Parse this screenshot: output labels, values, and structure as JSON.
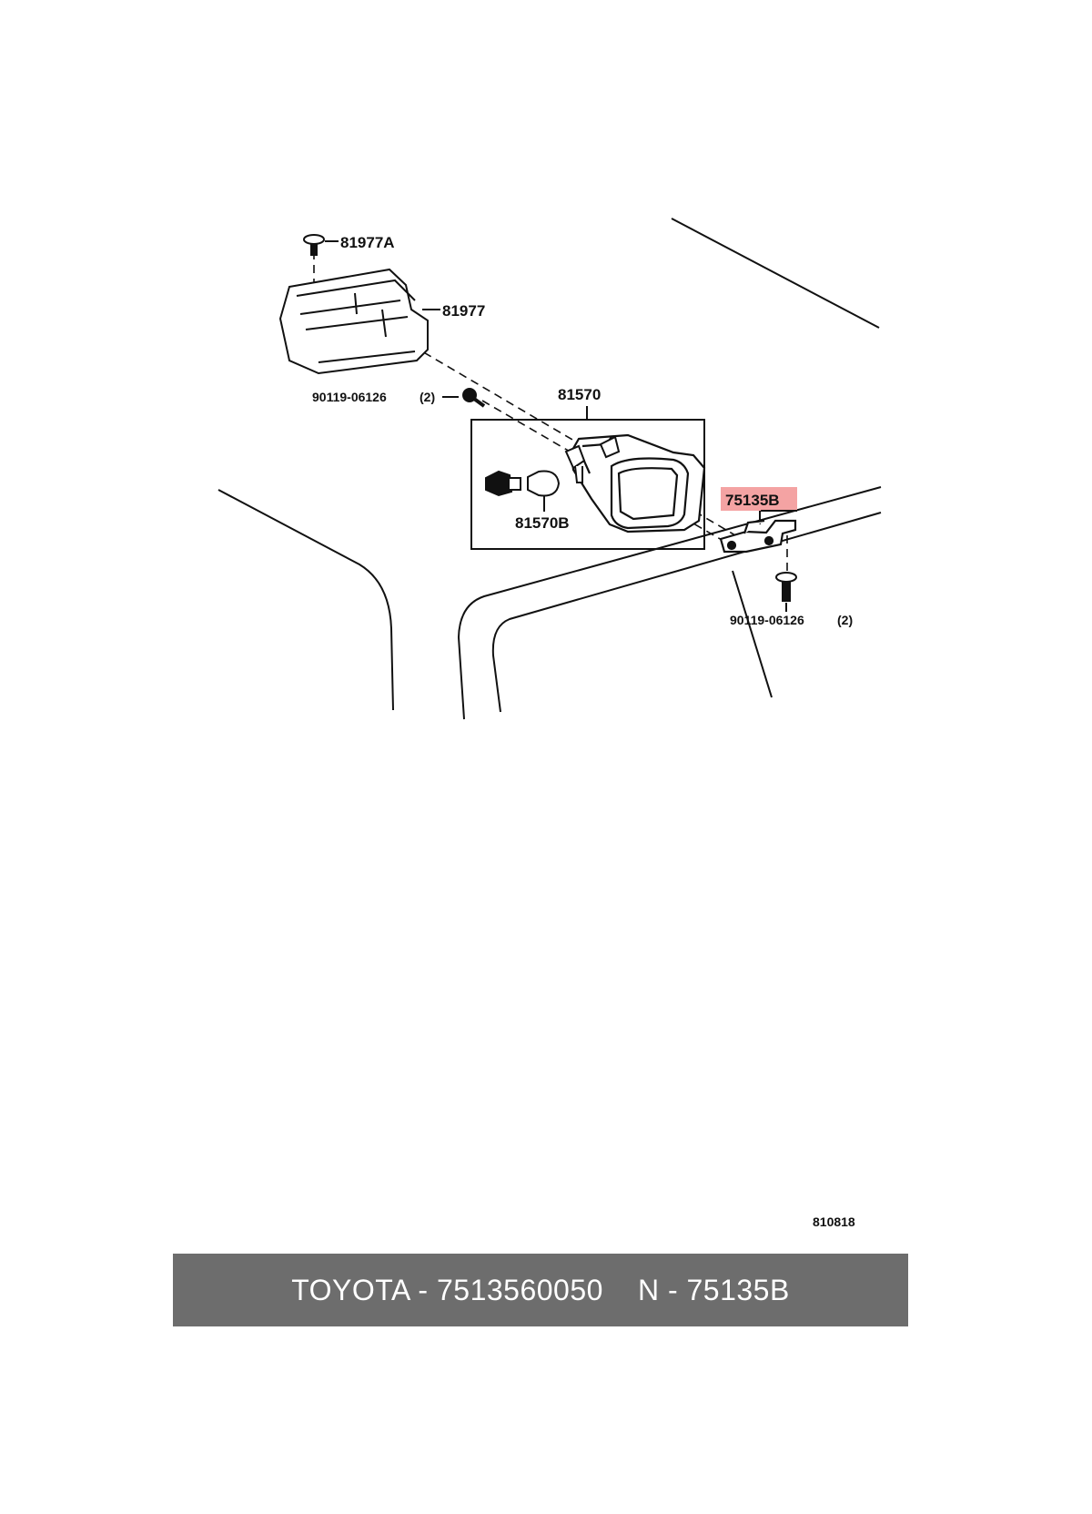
{
  "diagram": {
    "labels": {
      "screw_top": "81977A",
      "cover": "81977",
      "screw_left": "90119-06126",
      "screw_left_qty": "(2)",
      "lamp_assembly": "81570",
      "bulb": "81570B",
      "bracket": "75135B",
      "screw_right": "90119-06126",
      "screw_right_qty": "(2)"
    },
    "figure_code": "810818",
    "highlight_color": "#f4a3a3"
  },
  "footer": {
    "brand_part": "TOYOTA - 7513560050",
    "ref": "N - 75135B",
    "background": "#6d6d6d"
  }
}
